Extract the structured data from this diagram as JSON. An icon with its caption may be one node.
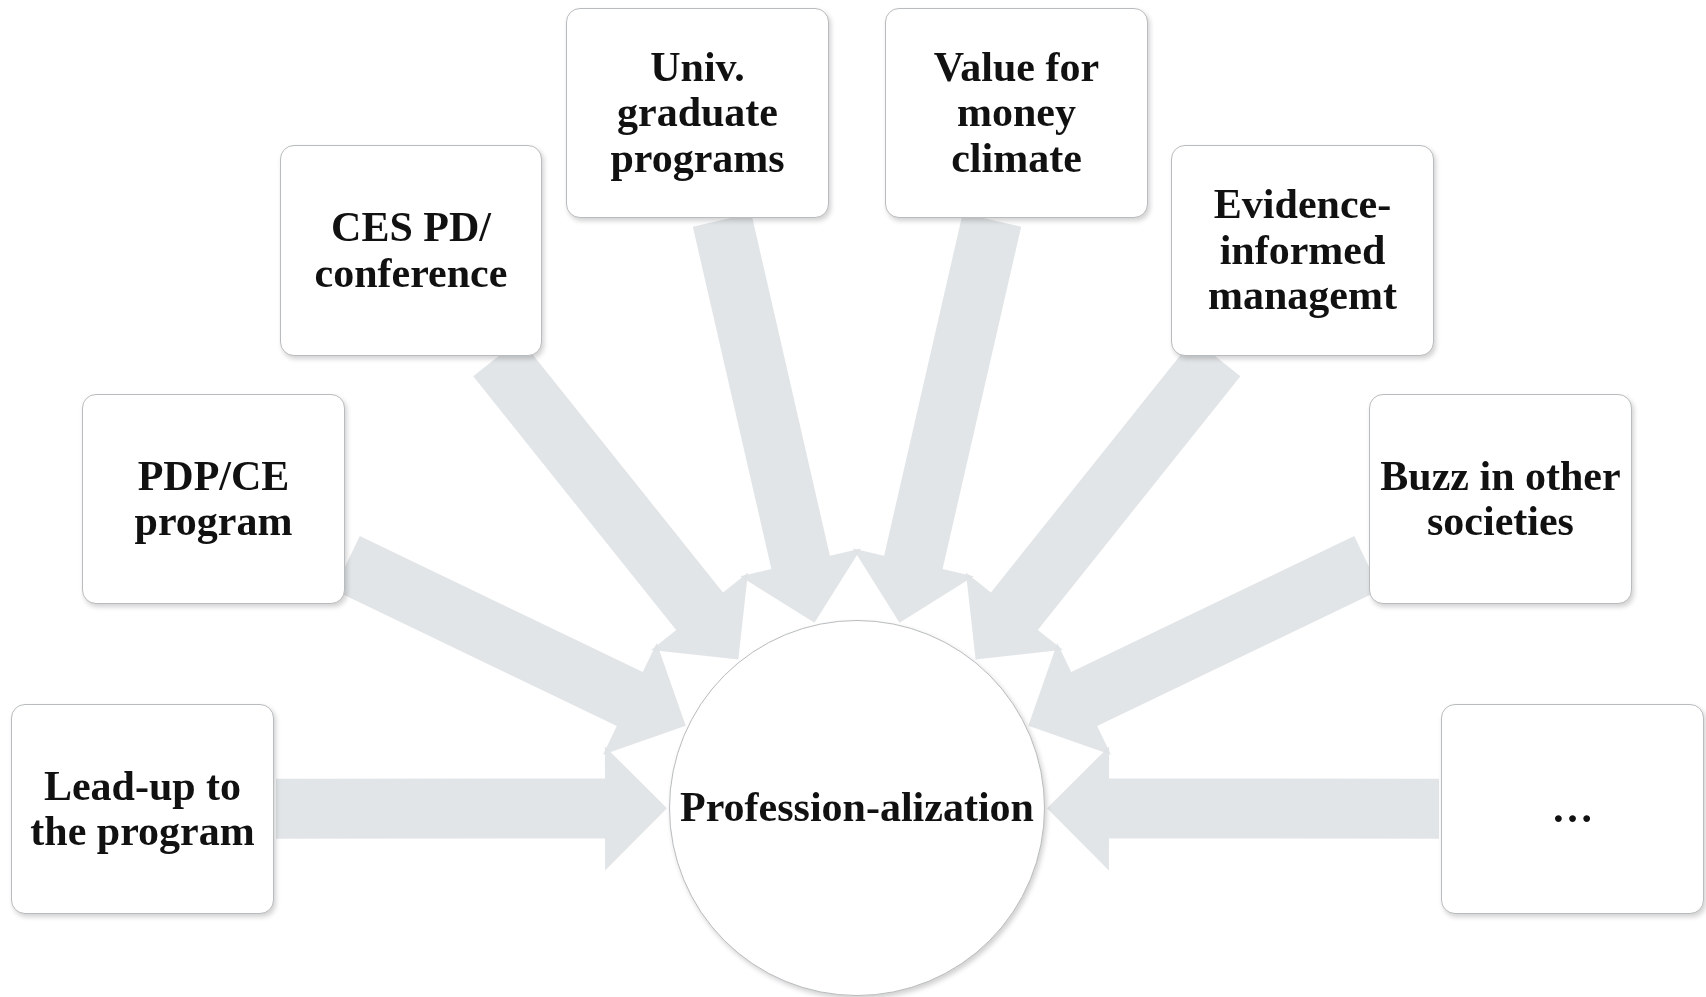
{
  "diagram": {
    "nodes": [
      {
        "text": [
          "Lead-up to the program"
        ]
      },
      {
        "text": [
          "PDP/CE program"
        ]
      },
      {
        "text": [
          "CES PD/ conference"
        ]
      },
      {
        "text": [
          "Univ. graduate programs"
        ]
      },
      {
        "text": [
          "Value for money climate"
        ]
      },
      {
        "text": [
          "Evidence-informed managemt"
        ]
      },
      {
        "text": [
          "Buzz in other societies"
        ]
      },
      {
        "text": [
          "…"
        ]
      },
      {
        "text": [
          "Profession-alization"
        ]
      }
    ],
    "edges": [
      {
        "from": 0,
        "to": 8,
        "arrow": "to"
      },
      {
        "from": 1,
        "to": 8,
        "arrow": "to"
      },
      {
        "from": 2,
        "to": 8,
        "arrow": "to"
      },
      {
        "from": 3,
        "to": 8,
        "arrow": "to"
      },
      {
        "from": 4,
        "to": 8,
        "arrow": "to"
      },
      {
        "from": 5,
        "to": 8,
        "arrow": "to"
      },
      {
        "from": 6,
        "to": 8,
        "arrow": "to"
      },
      {
        "from": 7,
        "to": 8,
        "arrow": "to"
      }
    ]
  }
}
